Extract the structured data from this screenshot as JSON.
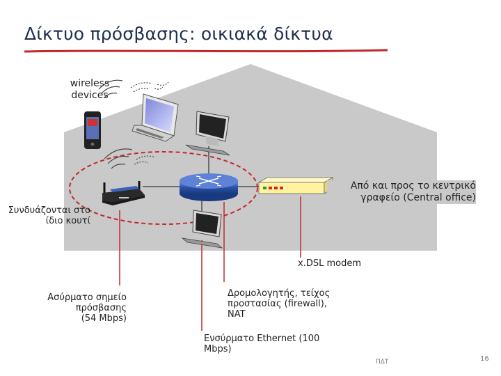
{
  "title": "Δίκτυο πρόσβασης: οικιακά δίκτυα",
  "colors": {
    "house": "#c9c9c9",
    "router": "#2b52a8",
    "accent_line": "#c0282d",
    "modem": "#fff3a0"
  },
  "labels": {
    "wireless_devices_line1": "wireless",
    "wireless_devices_line2": "devices",
    "central_office_line1": "Από και προς το κεντρικό",
    "central_office_line2": "γραφείο (Central office)",
    "combined_line1": "Συνδυάζονται στο",
    "combined_line2": "ίδιο κουτί",
    "modem": "x.DSL modem",
    "access_point_line1": "Ασύρματο σημείο",
    "access_point_line2": "πρόσβασης",
    "access_point_line3": "(54 Mbps)",
    "router_line1": "Δρομολογητής, τείχος",
    "router_line2": "προστασίας (firewall),",
    "router_line3": "NAT",
    "ethernet_line1": "Ενσύρματο Ethernet (100",
    "ethernet_line2": "Mbps)"
  },
  "footer": {
    "author": "ΠΔΤ",
    "page": "16"
  },
  "icons": [
    "laptop-icon",
    "smartphone-icon",
    "desktop-icon",
    "wifi-access-point-icon",
    "router-icon",
    "dsl-modem-icon",
    "radio-waves-icon"
  ]
}
